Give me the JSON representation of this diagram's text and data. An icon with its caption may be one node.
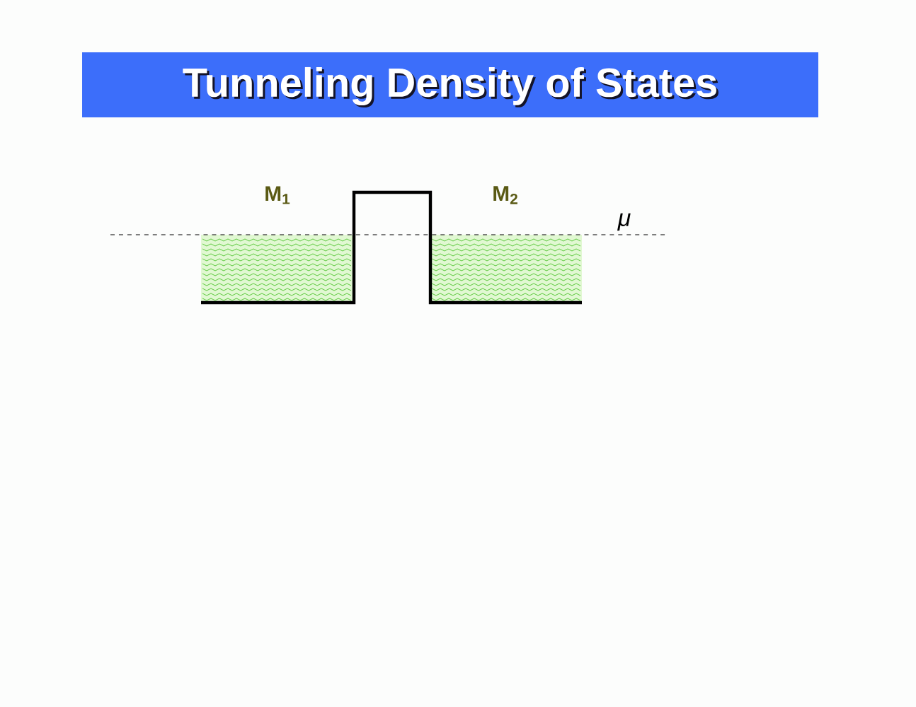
{
  "diagram": {
    "title": "Tunneling Density of States",
    "labels": [
      "M$_{1}$",
      "M$_{2}$",
      "μ"
    ]
  }
}
